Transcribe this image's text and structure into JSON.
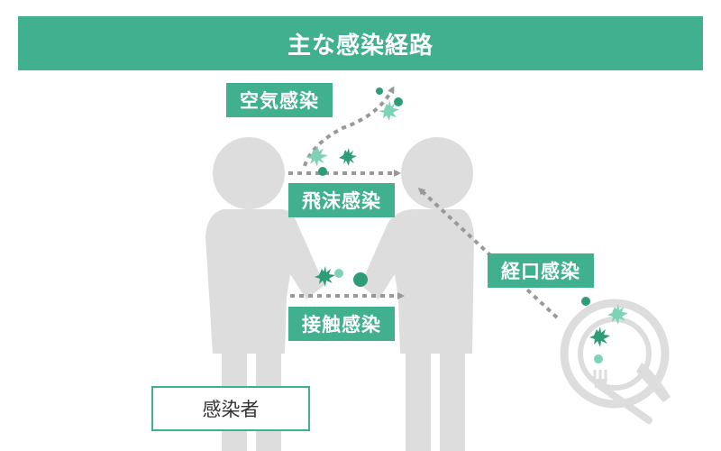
{
  "title": "主な感染経路",
  "routes": {
    "airborne": "空気感染",
    "droplet": "飛沫感染",
    "contact": "接触感染",
    "oral": "経口感染"
  },
  "legend": {
    "infected_person": "感染者"
  },
  "colors": {
    "accent": "#40b08e",
    "silhouette": "#dddddd",
    "arrow": "#999999",
    "germ_dark": "#2e9c77",
    "germ_light": "#7fd3b5"
  }
}
